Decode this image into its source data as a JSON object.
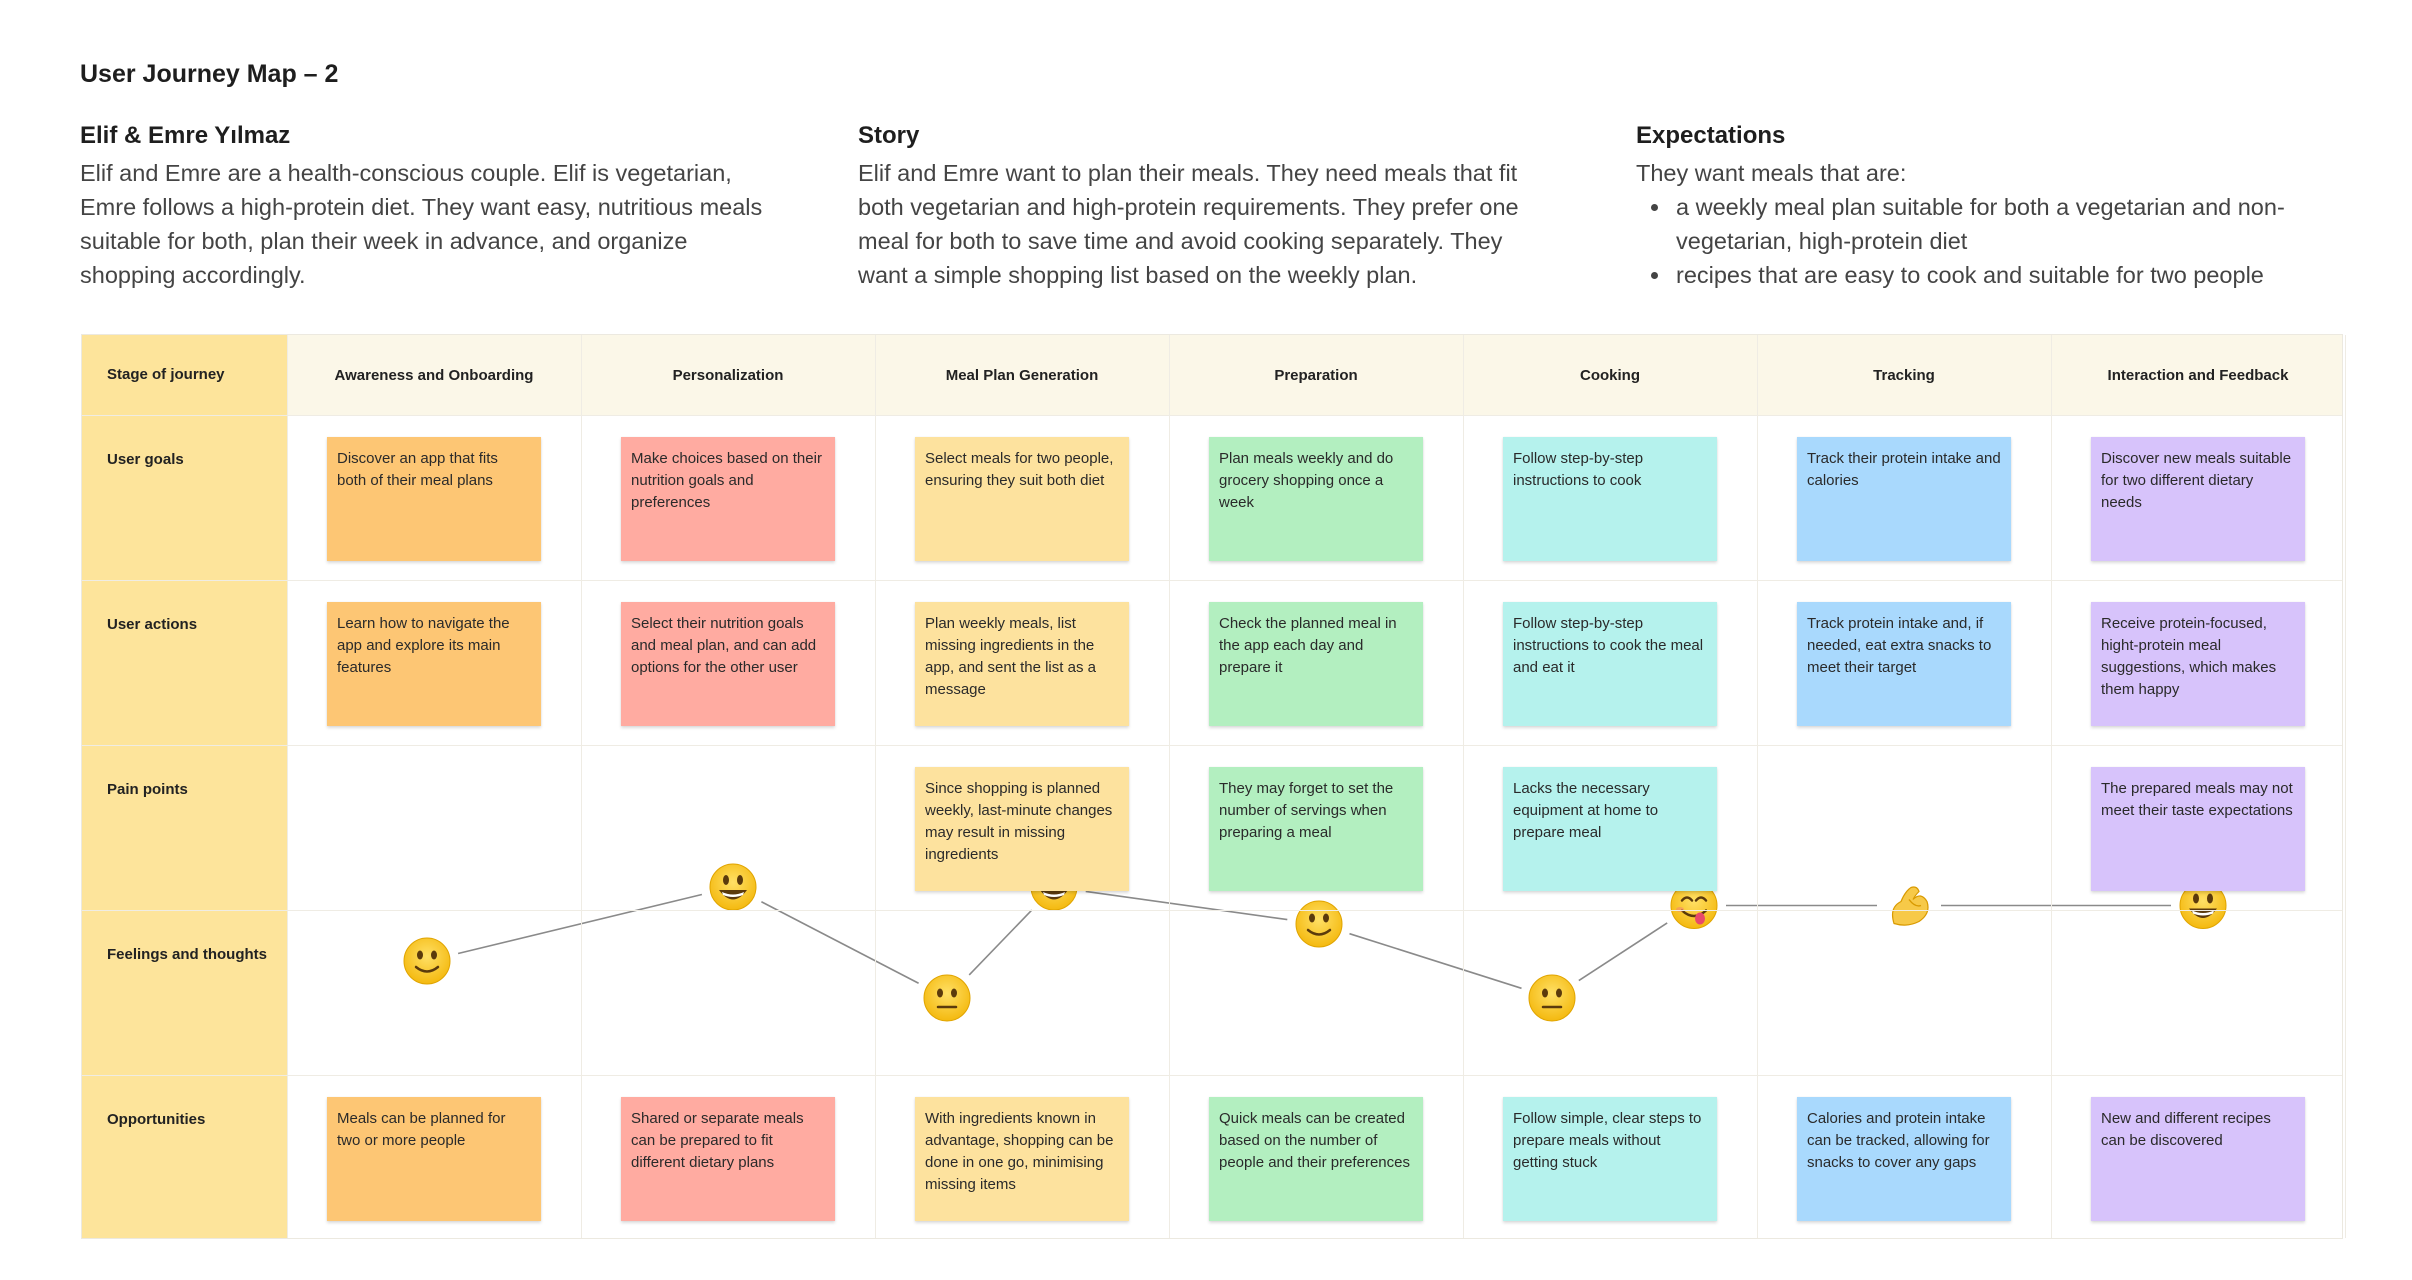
{
  "title": "User Journey Map – 2",
  "persona": {
    "heading": "Elif & Emre Yılmaz",
    "text": "Elif and Emre are a health-conscious couple. Elif is vegetarian, Emre follows a high-protein diet. They want easy, nutritious meals suitable for both, plan their week in advance, and organize shopping accordingly."
  },
  "story": {
    "heading": "Story",
    "text": "Elif and Emre want to plan their meals. They need meals that fit both vegetarian and high-protein requirements. They prefer one meal for both to save time and avoid cooking separately. They want a simple shopping list based on the weekly plan."
  },
  "expectations": {
    "heading": "Expectations",
    "intro": "They want meals that are:",
    "items": [
      "a weekly meal plan suitable for both a vegetarian and non-vegetarian, high-protein diet",
      "recipes that are easy to cook and suitable for two people"
    ]
  },
  "board": {
    "row_labels": {
      "stage": "Stage of journey",
      "goals": "User goals",
      "actions": "User actions",
      "pains": "Pain points",
      "feelings": "Feelings and thoughts",
      "opps": "Opportunities"
    },
    "stages": [
      {
        "name": "Awareness and Onboarding",
        "color": "#fdc674",
        "goal": "Discover an app that fits both of their meal plans",
        "action": "Learn how to navigate the app and explore its main features",
        "pain": "",
        "feeling": "slightly-smiling-face",
        "opportunity": "Meals can be planned for two or more people"
      },
      {
        "name": "Personalization",
        "color": "#ffaba1",
        "goal": "Make choices based on their nutrition goals and preferences",
        "action": "Select their nutrition goals and meal plan, and can add options for the other user",
        "pain": "",
        "feeling": "grinning-face",
        "opportunity": "Shared or separate meals can be prepared to fit different dietary plans"
      },
      {
        "name": "Meal Plan Generation",
        "color": "#fde29e",
        "goal": "Select meals for two people, ensuring they suit both diet",
        "action": "Plan weekly meals, list missing ingredients in the app, and sent the list as a message",
        "pain": "Since shopping is planned weekly, last-minute changes may result in missing ingredients",
        "feeling": "neutral-face",
        "feeling2": "grinning-face",
        "opportunity": "With ingredients known in advantage, shopping can be done in one go, minimising missing items"
      },
      {
        "name": "Preparation",
        "color": "#b3efc0",
        "goal": "Plan meals weekly and do grocery shopping once a week",
        "action": "Check the planned meal in the app each day and prepare it",
        "pain": "They may forget to set the number of servings when preparing a meal",
        "feeling": "slightly-smiling-face",
        "opportunity": "Quick meals can be created based on the number of people and their preferences"
      },
      {
        "name": "Cooking",
        "color": "#b5f2ed",
        "goal": "Follow step-by-step instructions to cook",
        "action": "Follow step-by-step instructions to cook the meal and eat it",
        "pain": "Lacks the necessary equipment at home to prepare meal",
        "feeling": "neutral-face",
        "feeling2": "yum-face",
        "opportunity": "Follow simple, clear steps to prepare meals without getting stuck"
      },
      {
        "name": "Tracking",
        "color": "#a9d9fd",
        "goal": "Track their protein intake and calories",
        "action": "Track protein intake and, if needed, eat extra snacks to meet their target",
        "pain": "",
        "feeling": "flexed-biceps",
        "opportunity": "Calories and protein intake can be tracked, allowing for snacks to cover any gaps"
      },
      {
        "name": "Interaction and Feedback",
        "color": "#d7c3fb",
        "goal": "Discover new meals suitable for two different dietary needs",
        "action": "Receive protein-focused, hight-protein meal suggestions, which makes them happy",
        "pain": "The prepared meals may not meet their taste expectations",
        "feeling": "grinning-face",
        "opportunity": "New and different recipes can be discovered"
      }
    ],
    "feelings_curve": [
      {
        "emoji": "slightly-smiling-face",
        "level": 2
      },
      {
        "emoji": "grinning-face",
        "level": 4
      },
      {
        "emoji": "neutral-face",
        "level": 1
      },
      {
        "emoji": "grinning-face",
        "level": 4
      },
      {
        "emoji": "slightly-smiling-face",
        "level": 3
      },
      {
        "emoji": "neutral-face",
        "level": 1
      },
      {
        "emoji": "yum-face",
        "level": 3.5
      },
      {
        "emoji": "flexed-biceps",
        "level": 3.5
      },
      {
        "emoji": "grinning-face",
        "level": 3.5
      }
    ]
  }
}
